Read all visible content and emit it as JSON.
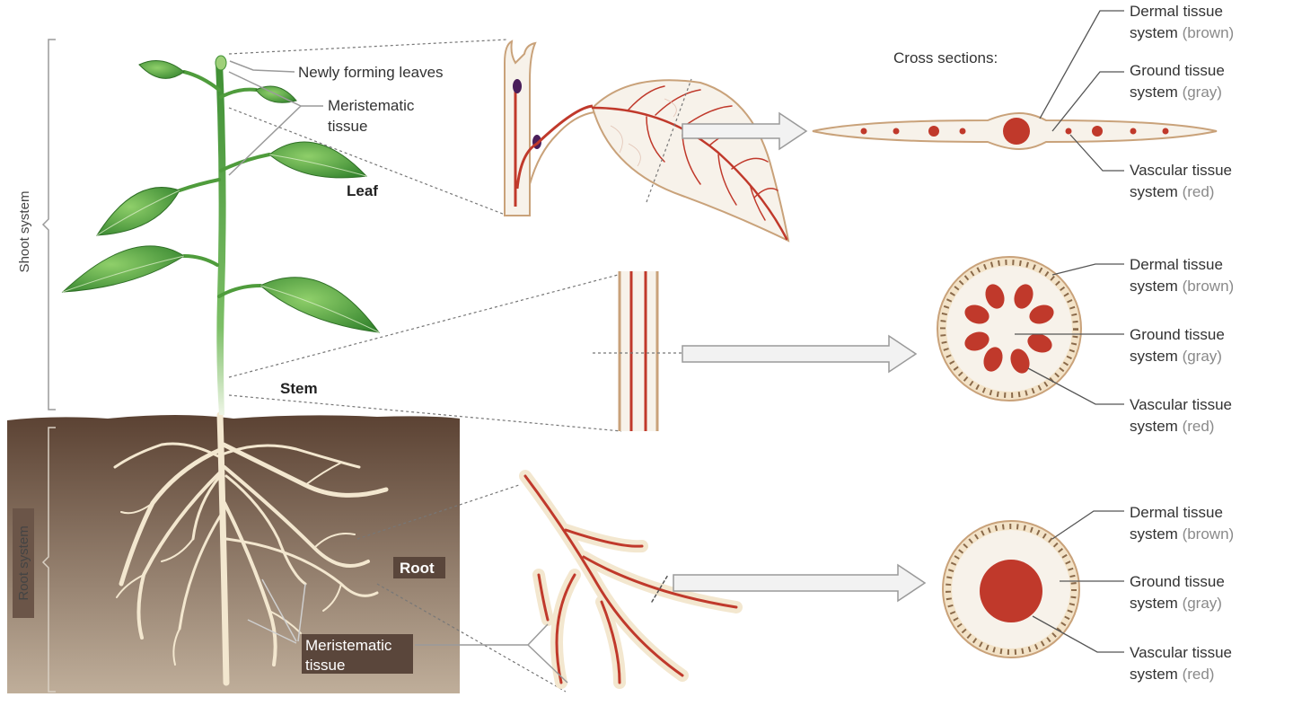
{
  "labels": {
    "shoot_system": "Shoot system",
    "root_system": "Root system",
    "newly_forming_leaves": "Newly forming leaves",
    "meristematic_top_1": "Meristematic",
    "meristematic_top_2": "tissue",
    "leaf": "Leaf",
    "stem": "Stem",
    "root": "Root",
    "meristematic_bottom_1": "Meristematic",
    "meristematic_bottom_2": "tissue",
    "cross_sections": "Cross sections:"
  },
  "tissue_labels": {
    "dermal_1": "Dermal tissue",
    "dermal_2_prefix": "system ",
    "dermal_color": "(brown)",
    "ground_1": "Ground tissue",
    "ground_2_prefix": "system ",
    "ground_color": "(gray)",
    "vascular_1": "Vascular tissue",
    "vascular_2_prefix": "system ",
    "vascular_color": "(red)"
  },
  "colors": {
    "vascular": "#c0392b",
    "dermal": "#c9a27a",
    "ground": "#f7f2ea",
    "soil": "#6e5443",
    "leaf": "#4a9a3a",
    "stem": "#5ea84a",
    "root": "#f3e7cf"
  }
}
